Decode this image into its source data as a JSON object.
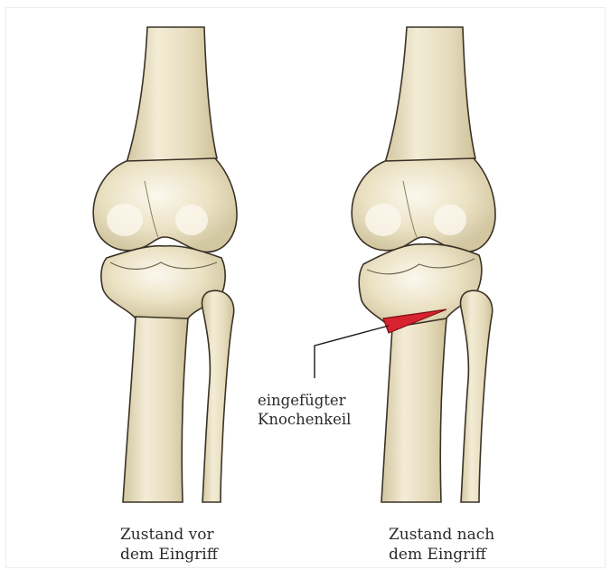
{
  "diagram": {
    "panels": [
      {
        "id": "before",
        "caption": "Zustand vor\ndem Eingriff"
      },
      {
        "id": "after",
        "caption": "Zustand nach\ndem Eingriff"
      }
    ],
    "callout": {
      "label": "eingefügter\nKnochenkeil"
    },
    "colors": {
      "bone_fill": "#ece3c7",
      "bone_shadow": "#d5c9a4",
      "bone_highlight": "#f7f2e2",
      "outline": "#3a3226",
      "wedge": "#d7232f",
      "leader_line": "#1a1a1a"
    }
  }
}
